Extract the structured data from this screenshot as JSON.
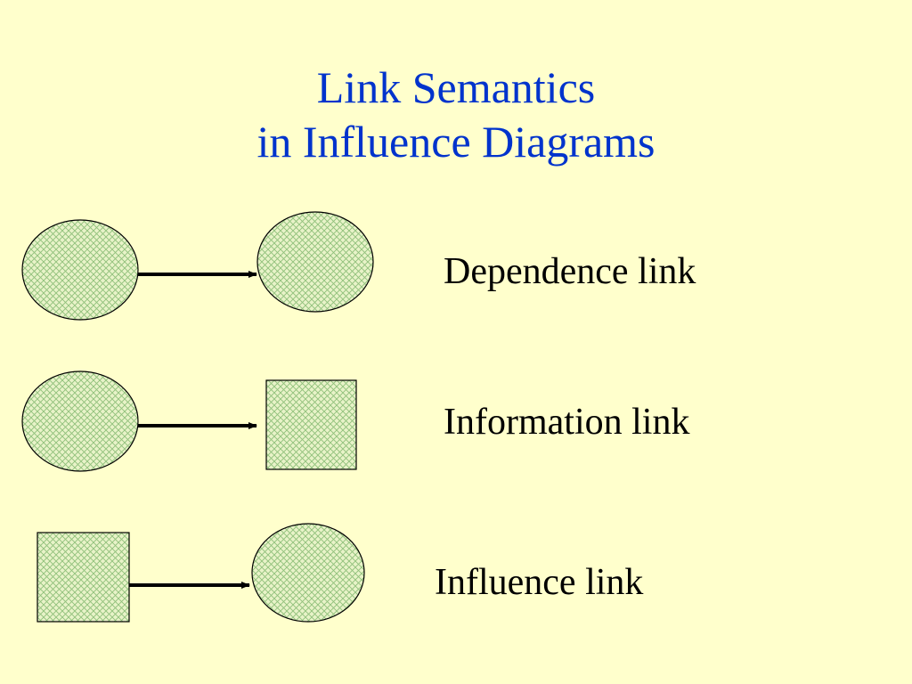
{
  "title": {
    "line1": "Link Semantics",
    "line2": "in Influence Diagrams"
  },
  "links": [
    {
      "label": "Dependence link",
      "from": "chance-node",
      "to": "chance-node"
    },
    {
      "label": "Information link",
      "from": "chance-node",
      "to": "decision-node"
    },
    {
      "label": "Influence link",
      "from": "decision-node",
      "to": "chance-node"
    }
  ],
  "colors": {
    "background": "#FFFFCC",
    "title": "#0033CC",
    "node_fill": "#E8F3C8",
    "node_hatch": "#8FC07A",
    "node_stroke": "#000000",
    "arrow": "#000000",
    "label": "#000000"
  }
}
